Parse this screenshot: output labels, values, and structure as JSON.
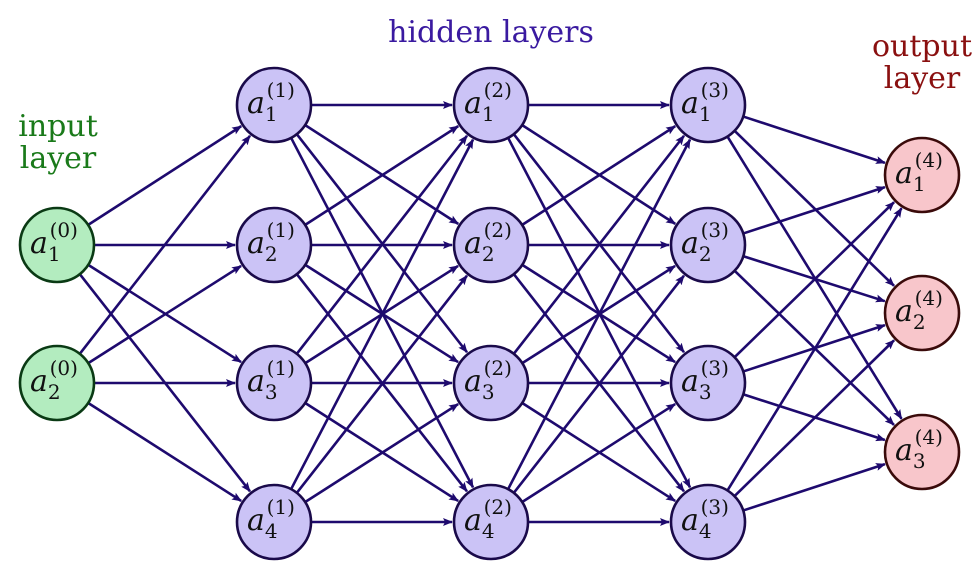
{
  "title": "Neural network diagram",
  "labels": {
    "input": [
      "input",
      "layer"
    ],
    "hidden": "hidden layers",
    "output": [
      "output",
      "layer"
    ]
  },
  "colors": {
    "edge": "#1e0a6e",
    "input_fill": "#b3ecbf",
    "input_stroke": "#0a3a14",
    "input_text": "#1a7a1a",
    "hidden_fill": "#cbc3f6",
    "hidden_stroke": "#1a0a4a",
    "hidden_text": "#3a1aa0",
    "output_fill": "#f8c6cb",
    "output_stroke": "#3a0a0a",
    "output_text": "#8a1010"
  },
  "layers": [
    {
      "name": "input",
      "index": 0,
      "size": 2
    },
    {
      "name": "hidden",
      "index": 1,
      "size": 4
    },
    {
      "name": "hidden",
      "index": 2,
      "size": 4
    },
    {
      "name": "hidden",
      "index": 3,
      "size": 4
    },
    {
      "name": "output",
      "index": 4,
      "size": 3
    }
  ],
  "node_symbol": "a",
  "connectivity": "fully-connected"
}
